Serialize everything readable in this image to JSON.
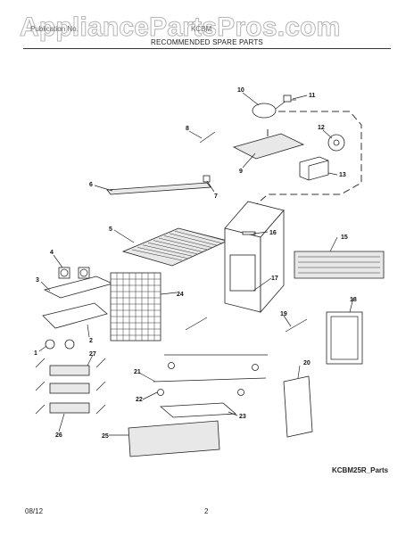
{
  "watermark": "AppliancePartsPros.com",
  "header": {
    "publication": "Publication No.",
    "model_label": "KCBM",
    "title": "RECOMMENDED SPARE PARTS"
  },
  "callouts": [
    "1",
    "2",
    "3",
    "4",
    "5",
    "6",
    "7",
    "8",
    "9",
    "10",
    "11",
    "12",
    "13",
    "15",
    "16",
    "17",
    "18",
    "19",
    "20",
    "21",
    "22",
    "23",
    "24",
    "25",
    "26",
    "27"
  ],
  "diagram_caption": "KCBM25R_Parts",
  "footer": {
    "date": "08/12",
    "page": "2"
  }
}
